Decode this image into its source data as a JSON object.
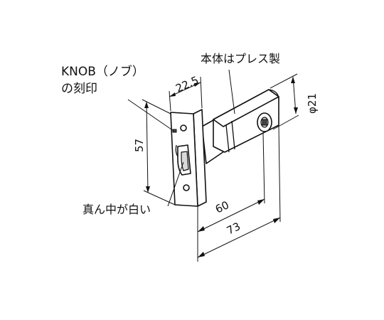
{
  "callouts": {
    "knob_line1": "KNOB（ノブ）",
    "knob_line2": "の刻印",
    "body_pressed": "本体はプレス製",
    "center_white": "真ん中が白い"
  },
  "dimensions": {
    "faceplate_thickness": "22.5",
    "faceplate_height": "57",
    "diameter": "φ21",
    "backset_inner": "60",
    "backset_outer": "73"
  }
}
